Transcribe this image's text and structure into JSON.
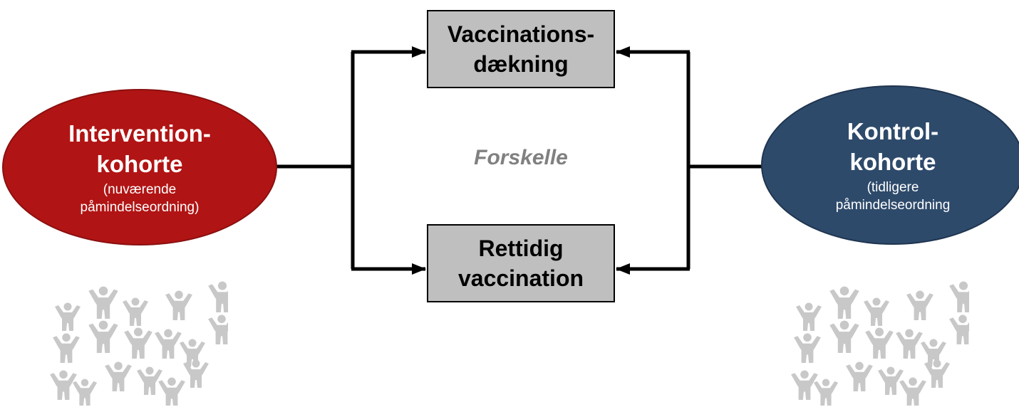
{
  "left_cohort": {
    "title_line1": "Intervention-",
    "title_line2": "kohorte",
    "sub_line1": "(nuværende",
    "sub_line2": "påmindelseordning)",
    "color": "#b11414"
  },
  "right_cohort": {
    "title_line1": "Kontrol-",
    "title_line2": "kohorte",
    "sub_line1": "(tidligere",
    "sub_line2": "påmindelseordning",
    "color": "#2e4a6b"
  },
  "outcomes": {
    "top_line1": "Vaccinations-",
    "top_line2": "dækning",
    "bottom_line1": "Rettidig",
    "bottom_line2": "vaccination",
    "fill": "#bfbfbf"
  },
  "center_label": "Forskelle",
  "people_icon": "person-icon",
  "people_color": "#c8c8c8"
}
